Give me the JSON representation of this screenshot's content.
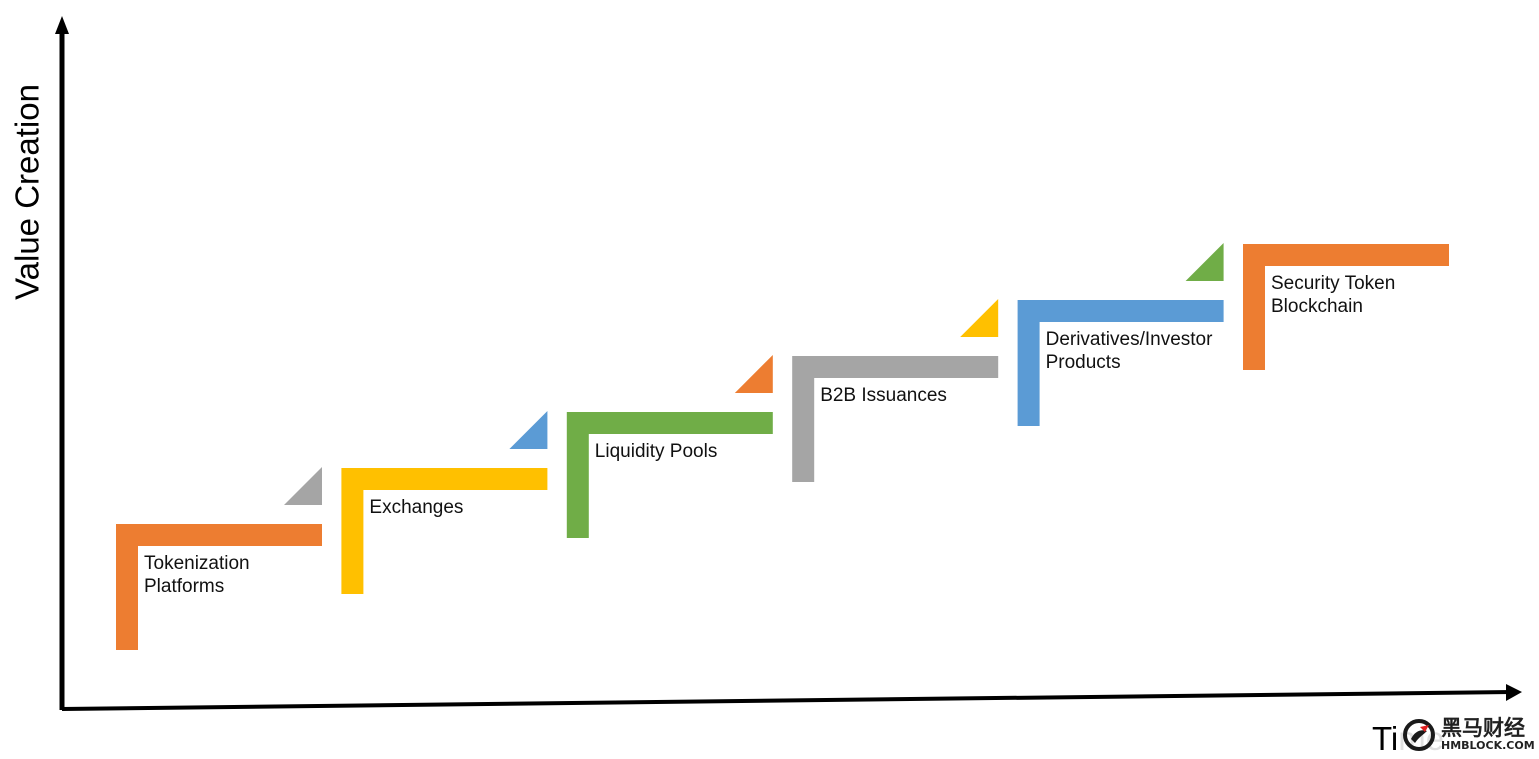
{
  "axes": {
    "y_label": "Value Creation",
    "x_label": "Time"
  },
  "stages": [
    {
      "label": "Tokenization\nPlatforms",
      "color": "#ED7D31",
      "marker_color": "#A5A5A5"
    },
    {
      "label": "Exchanges",
      "color": "#FFC000",
      "marker_color": "#5B9BD5"
    },
    {
      "label": "Liquidity Pools",
      "color": "#70AD47",
      "marker_color": "#ED7D31"
    },
    {
      "label": "B2B Issuances",
      "color": "#A5A5A5",
      "marker_color": "#FFC000"
    },
    {
      "label": "Derivatives/Investor\nProducts",
      "color": "#5B9BD5",
      "marker_color": "#70AD47"
    },
    {
      "label": "Security Token\nBlockchain",
      "color": "#ED7D31",
      "marker_color": null
    }
  ],
  "watermark": {
    "brand": "黑马财经",
    "site": "HMBLOCK.COM"
  }
}
